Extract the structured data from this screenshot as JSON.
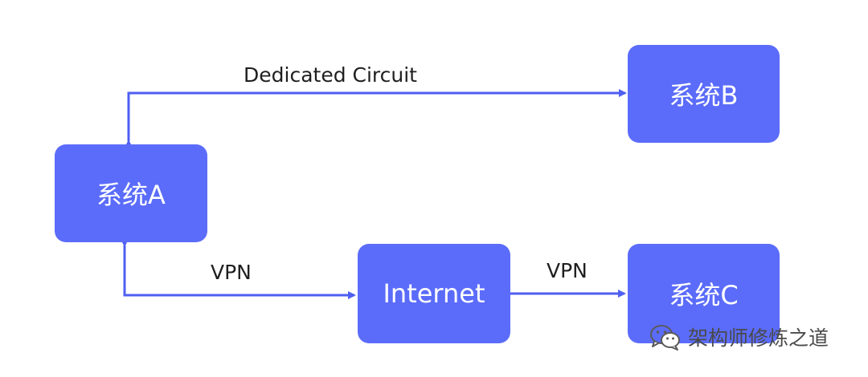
{
  "nodes": {
    "a": "系统A",
    "b": "系统B",
    "c": "系统C",
    "internet": "Internet"
  },
  "edges": {
    "dedicated": "Dedicated Circuit",
    "vpn_a_internet": "VPN",
    "vpn_internet_c": "VPN"
  },
  "watermark": {
    "text": "架构师修炼之道",
    "icon": "wechat-icon"
  },
  "colors": {
    "node": "#5b6cfa",
    "edge": "#4f5ff2"
  }
}
